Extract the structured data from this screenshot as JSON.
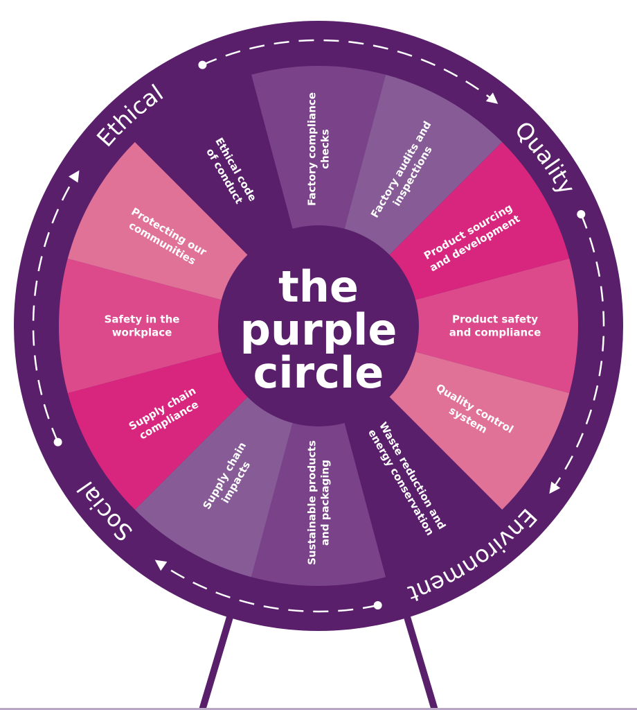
{
  "title_lines": [
    "the",
    "purple",
    "circle"
  ],
  "colors": {
    "dark_purple": "#5a1f6b",
    "ring": "#5a1f6b",
    "mid_purple": "#7a4289",
    "light_purple": "#865b96",
    "magenta": "#d8267e",
    "pink": "#dc4a8c",
    "light_pink": "#e07298"
  },
  "ring_labels": [
    {
      "label": "Ethical",
      "angle_deg": -50
    },
    {
      "label": "Quality",
      "angle_deg": 45
    },
    {
      "label": "Environment",
      "angle_deg": 131
    },
    {
      "label": "Social",
      "angle_deg": 222
    }
  ],
  "segments": [
    {
      "lines": [
        "Factory compliance",
        "checks"
      ],
      "color": "mid_purple"
    },
    {
      "lines": [
        "Factory audits and",
        "inspections"
      ],
      "color": "light_purple"
    },
    {
      "lines": [
        "Product sourcing",
        "and development"
      ],
      "color": "magenta"
    },
    {
      "lines": [
        "Product safety",
        "and compliance"
      ],
      "color": "pink"
    },
    {
      "lines": [
        "Quality control",
        "system"
      ],
      "color": "light_pink"
    },
    {
      "lines": [
        "Waste reduction and",
        "energy conservation"
      ],
      "color": "dark_purple"
    },
    {
      "lines": [
        "Sustainable products",
        "and packaging"
      ],
      "color": "mid_purple"
    },
    {
      "lines": [
        "Supply chain",
        "impacts"
      ],
      "color": "light_purple"
    },
    {
      "lines": [
        "Supply chain",
        "compliance"
      ],
      "color": "magenta"
    },
    {
      "lines": [
        "Safety in the",
        "workplace"
      ],
      "color": "pink"
    },
    {
      "lines": [
        "Protecting our",
        "communities"
      ],
      "color": "light_pink"
    },
    {
      "lines": [
        "Ethical code",
        "of conduct"
      ],
      "color": "dark_purple"
    }
  ]
}
